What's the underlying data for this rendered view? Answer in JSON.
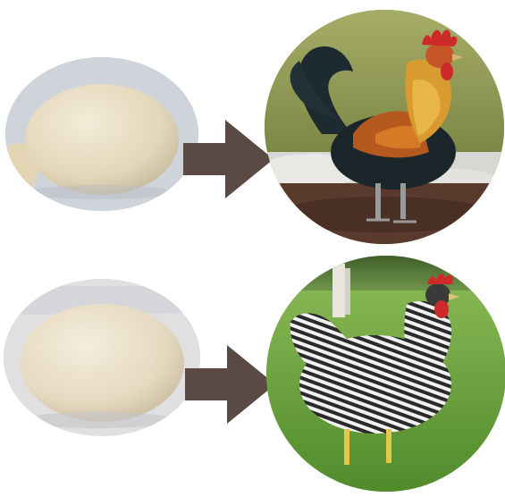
{
  "scene": {
    "rows": [
      {
        "egg": {
          "subject": "egg",
          "circle_fill": "#d7dbe0",
          "egg_color": "#e6dcc4"
        },
        "arrow": {
          "color": "#5b4a44",
          "direction": "right"
        },
        "bird": {
          "subject": "rooster",
          "background": "#6f7a3a"
        }
      },
      {
        "egg": {
          "subject": "egg",
          "circle_fill": "#e5e5e8",
          "egg_color": "#e9dfc8"
        },
        "arrow": {
          "color": "#5b4a44",
          "direction": "right"
        },
        "bird": {
          "subject": "barred-hen",
          "background": "#6c9a3b"
        }
      }
    ]
  },
  "colors": {
    "page_background": "#ffffff",
    "arrow": "#5b4a44",
    "rooster_red": "#cf2a2a",
    "rooster_gold": "#d99a2f",
    "rooster_dark": "#1d2a2f",
    "hen_black": "#2b2b2b",
    "hen_white": "#f0f0f0",
    "grass": "#6fa63f",
    "soil": "#5a3a2c"
  }
}
